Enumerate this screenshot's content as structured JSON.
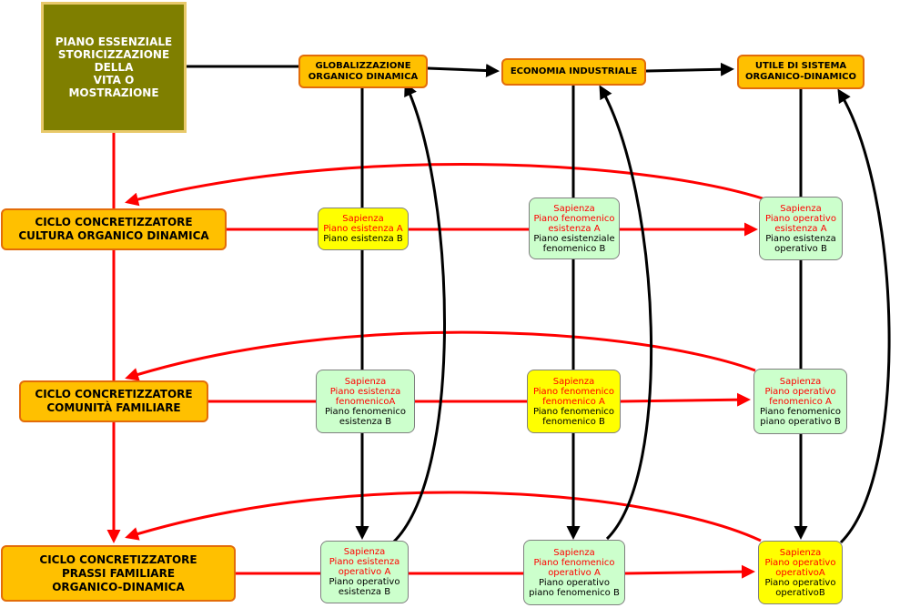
{
  "root": {
    "lines": [
      "PIANO ESSENZIALE",
      "STORICIZZAZIONE",
      "DELLA",
      "VITA O",
      "MOSTRAZIONE"
    ]
  },
  "top_row": [
    {
      "lines": [
        "GLOBALIZZAZIONE",
        "ORGANICO DINAMICA"
      ]
    },
    {
      "lines": [
        "ECONOMIA INDUSTRIALE"
      ]
    },
    {
      "lines": [
        "UTILE DI SISTEMA",
        "ORGANICO-DINAMICO"
      ]
    }
  ],
  "cycles": [
    {
      "lines": [
        "CICLO CONCRETIZZATORE",
        "CULTURA ORGANICO DINAMICA"
      ]
    },
    {
      "lines": [
        "CICLO CONCRETIZZATORE",
        "COMUNITÀ FAMILIARE"
      ]
    },
    {
      "lines": [
        "CICLO CONCRETIZZATORE",
        "PRASSI FAMILIARE",
        "ORGANICO-DINAMICA"
      ]
    }
  ],
  "grid": [
    [
      {
        "color": "yellow",
        "red": [
          "Sapienza",
          "Piano esistenza A"
        ],
        "black": [
          "Piano esistenza B"
        ]
      },
      {
        "color": "green",
        "red": [
          "Sapienza",
          "Piano fenomenico",
          "esistenza A"
        ],
        "black": [
          "Piano esistenziale",
          "fenomenico B"
        ]
      },
      {
        "color": "green",
        "red": [
          "Sapienza",
          "Piano operativo",
          "esistenza A"
        ],
        "black": [
          "Piano esistenza",
          "operativo  B"
        ]
      }
    ],
    [
      {
        "color": "green",
        "red": [
          "Sapienza",
          "Piano esistenza",
          "fenomenicoA"
        ],
        "black": [
          "Piano fenomenico",
          "esistenza B"
        ]
      },
      {
        "color": "yellow",
        "red": [
          "Sapienza",
          "Piano fenomenico",
          "fenomenico A"
        ],
        "black": [
          "Piano fenomenico",
          "fenomenico B"
        ]
      },
      {
        "color": "green",
        "red": [
          "Sapienza",
          "Piano operativo",
          "fenomenico A"
        ],
        "black": [
          "Piano fenomenico",
          "piano operativo B"
        ]
      }
    ],
    [
      {
        "color": "green",
        "red": [
          "Sapienza",
          "Piano esistenza",
          "operativo A"
        ],
        "black": [
          "Piano operativo",
          "esistenza B"
        ]
      },
      {
        "color": "green",
        "red": [
          "Sapienza",
          "Piano fenomenico",
          "operativo A"
        ],
        "black": [
          "Piano operativo",
          "piano fenomenico B"
        ]
      },
      {
        "color": "yellow",
        "red": [
          "Sapienza",
          "Piano operativo",
          "operativoA"
        ],
        "black": [
          "Piano operativo",
          "operativoB"
        ]
      }
    ]
  ],
  "colors": {
    "red_arrow": "#ff0000",
    "black_arrow": "#000000",
    "orange_fill": "#ffc000",
    "orange_border": "#e36c09",
    "green_fill": "#ccffcc",
    "yellow_fill": "#ffff00",
    "root_fill": "#7f7f00"
  }
}
